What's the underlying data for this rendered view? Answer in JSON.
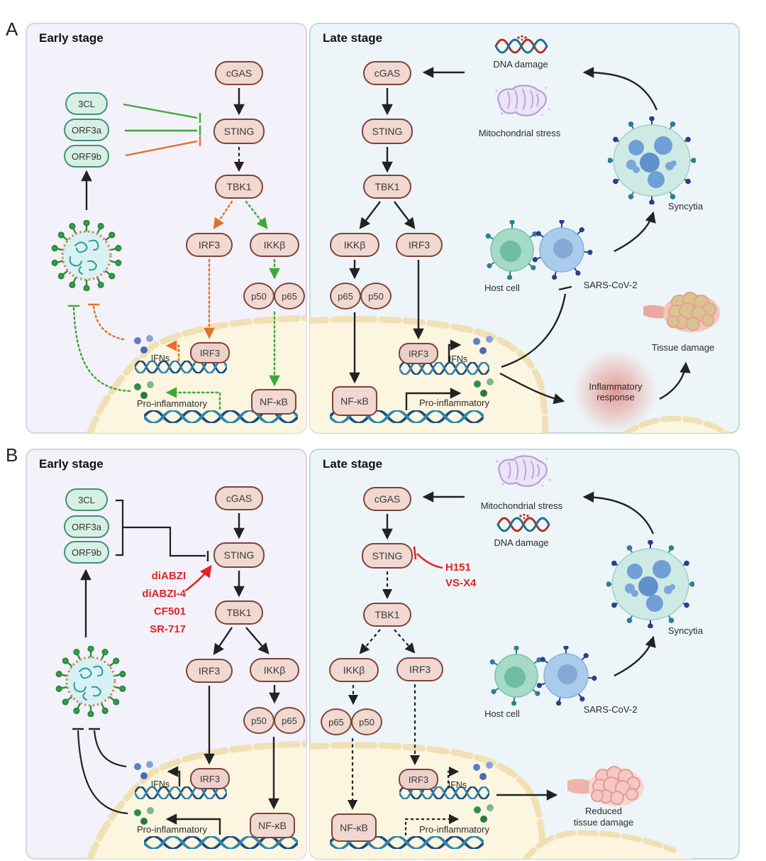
{
  "figure": {
    "panel_a": "A",
    "panel_b": "B",
    "early_title": "Early stage",
    "late_title": "Late stage"
  },
  "nodes": {
    "cgas": "cGAS",
    "sting": "STING",
    "tbk1": "TBK1",
    "irf3": "IRF3",
    "ikkb": "IKKβ",
    "p50": "p50",
    "p65": "p65",
    "nfkb": "NF-κB",
    "ifns": "IFNs",
    "pro_inflammatory": "Pro-inflammatory"
  },
  "viral_proteins": {
    "cl3": "3CL",
    "orf3a": "ORF3a",
    "orf9b": "ORF9b"
  },
  "cells": {
    "host_cell": "Host cell",
    "sars_cov_2": "SARS-CoV-2",
    "syncytia": "Syncytia"
  },
  "stress": {
    "dna_damage": "DNA damage",
    "mitochondrial_stress": "Mitochondrial stress"
  },
  "outcomes": {
    "tissue_damage": "Tissue damage",
    "inflammatory_response": "Inflammatory response",
    "reduced_line1": "Reduced",
    "reduced_line2": "tissue damage"
  },
  "drugs": {
    "sting_agonists": [
      "diABZI",
      "diABZI-4",
      "CF501",
      "SR-717"
    ],
    "sting_inhibitors": [
      "H151",
      "VS-X4"
    ]
  },
  "colors": {
    "drug_red": "#e02424",
    "activation_green": "#3aaa35",
    "inhibition_orange": "#e2702a",
    "pill_pink": "#f1d8d1",
    "pill_pink_border": "#7a453c",
    "pill_green": "#d7f0e3",
    "pill_green_border": "#41917b",
    "early_panel_bg": "#f3f1f9",
    "late_panel_bg": "#eef5f8",
    "nucleus_fill": "#fcf5e0",
    "nucleus_envelope": "#f1e0b4"
  }
}
